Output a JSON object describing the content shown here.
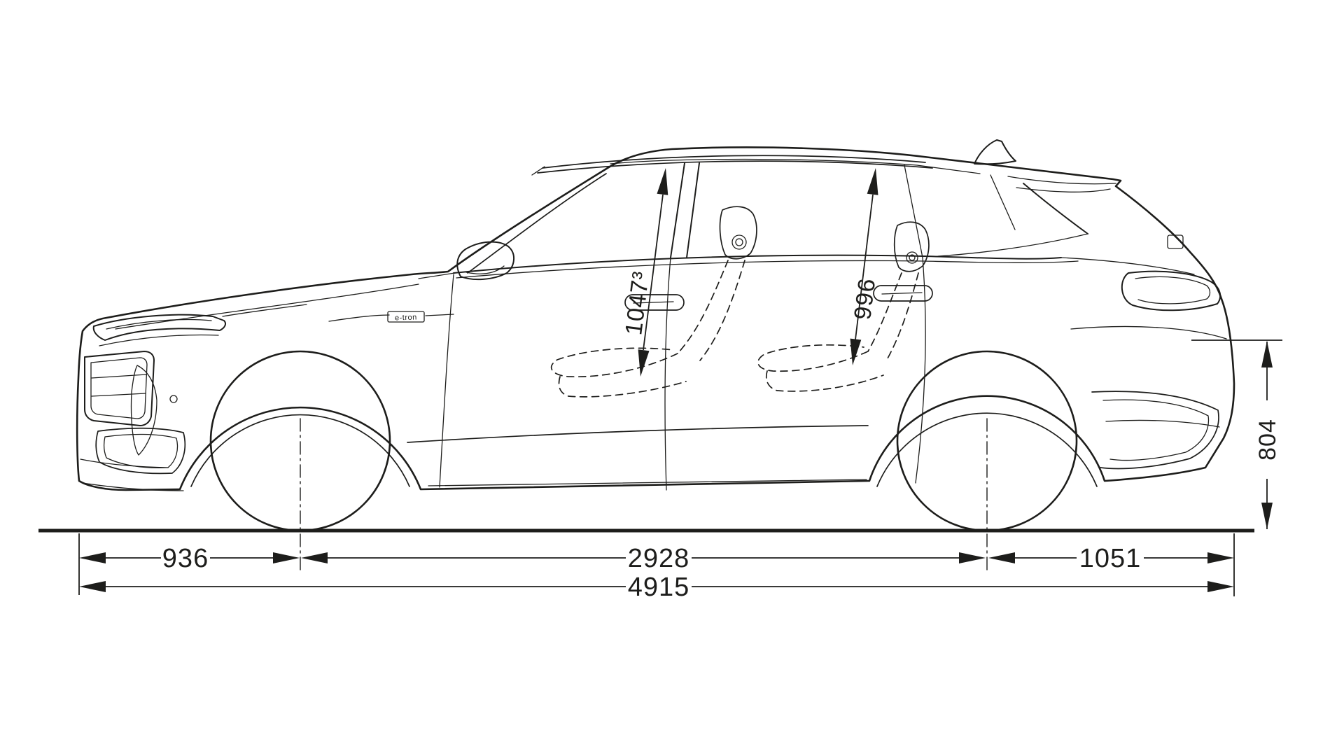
{
  "page": {
    "background": "#ffffff",
    "line_color": "#1d1d1b",
    "description_label": "vehicle-side-view-dimension-diagram"
  },
  "vehicle": {
    "badge_label": "e-tron"
  },
  "dimensions": {
    "interior_height_front": "1047³",
    "interior_height_rear": "996",
    "rear_height": "804",
    "front_overhang": "936",
    "wheelbase": "2928",
    "rear_overhang": "1051",
    "overall_length": "4915"
  }
}
